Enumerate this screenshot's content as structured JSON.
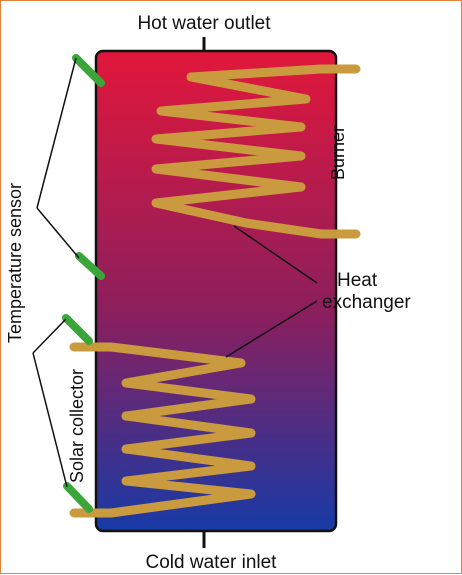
{
  "labels": {
    "hot_water_outlet": "Hot water outlet",
    "cold_water_inlet": "Cold water inlet",
    "burner": "Burner",
    "heat_exchanger_line1": "Heat",
    "heat_exchanger_line2": "exchanger",
    "temperature_sensor": "Temperature sensor",
    "solar_collector": "Solar collector"
  },
  "colors": {
    "tank_top": "#e2173b",
    "tank_middle": "#8a1f5e",
    "tank_bottom": "#173aa6",
    "coil": "#c99a3e",
    "sensor": "#3aa63a",
    "outline": "#111111",
    "border": "#e8823a"
  }
}
